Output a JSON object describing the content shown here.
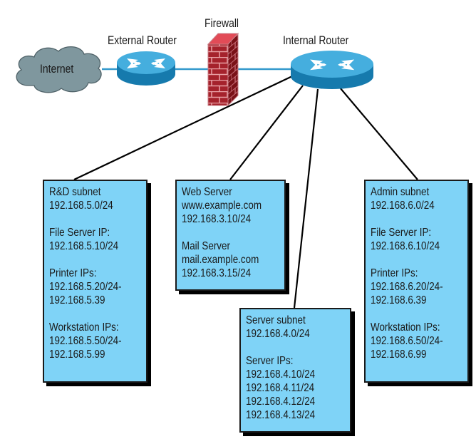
{
  "diagram": {
    "title": "Network topology",
    "colors": {
      "cloud_fill": "#7f979e",
      "router_top": "#45aede",
      "router_side": "#167aad",
      "firewall_brick": "#a5222c",
      "firewall_mortar": "#e9a0a5",
      "link_blue": "#3399cc",
      "box_fill": "#7fd3f7"
    },
    "nodes": {
      "internet": {
        "label": "Internet",
        "icon": "cloud-icon"
      },
      "external_router": {
        "label": "External Router",
        "icon": "router-icon"
      },
      "firewall": {
        "label": "Firewall",
        "icon": "firewall-icon"
      },
      "internal_router": {
        "label": "Internal Router",
        "icon": "router-icon"
      }
    },
    "links": [
      {
        "from": "internet",
        "to": "external_router"
      },
      {
        "from": "external_router",
        "to": "firewall"
      },
      {
        "from": "firewall",
        "to": "internal_router"
      },
      {
        "from": "internal_router",
        "to": "rd_subnet"
      },
      {
        "from": "internal_router",
        "to": "dmz_servers"
      },
      {
        "from": "internal_router",
        "to": "server_subnet"
      },
      {
        "from": "internal_router",
        "to": "admin_subnet"
      }
    ],
    "boxes": {
      "rd_subnet": {
        "groups": [
          [
            "R&D subnet",
            "192.168.5.0/24"
          ],
          [
            "File Server IP:",
            "192.168.5.10/24"
          ],
          [
            "Printer IPs:",
            "192.168.5.20/24-",
            "192.168.5.39"
          ],
          [
            "Workstation IPs:",
            "192.168.5.50/24-",
            "192.168.5.99"
          ]
        ]
      },
      "dmz_servers": {
        "groups": [
          [
            "Web Server",
            "www.example.com",
            "192.168.3.10/24"
          ],
          [
            "Mail Server",
            "mail.example.com",
            "192.168.3.15/24"
          ]
        ]
      },
      "server_subnet": {
        "groups": [
          [
            "Server subnet",
            "192.168.4.0/24"
          ],
          [
            "Server IPs:",
            "192.168.4.10/24",
            "192.168.4.11/24",
            "192.168.4.12/24",
            "192.168.4.13/24"
          ]
        ]
      },
      "admin_subnet": {
        "groups": [
          [
            "Admin subnet",
            "192.168.6.0/24"
          ],
          [
            "File Server IP:",
            "192.168.6.10/24"
          ],
          [
            "Printer IPs:",
            "192.168.6.20/24-",
            "192.168.6.39"
          ],
          [
            "Workstation IPs:",
            "192.168.6.50/24-",
            "192.168.6.99"
          ]
        ]
      }
    }
  }
}
